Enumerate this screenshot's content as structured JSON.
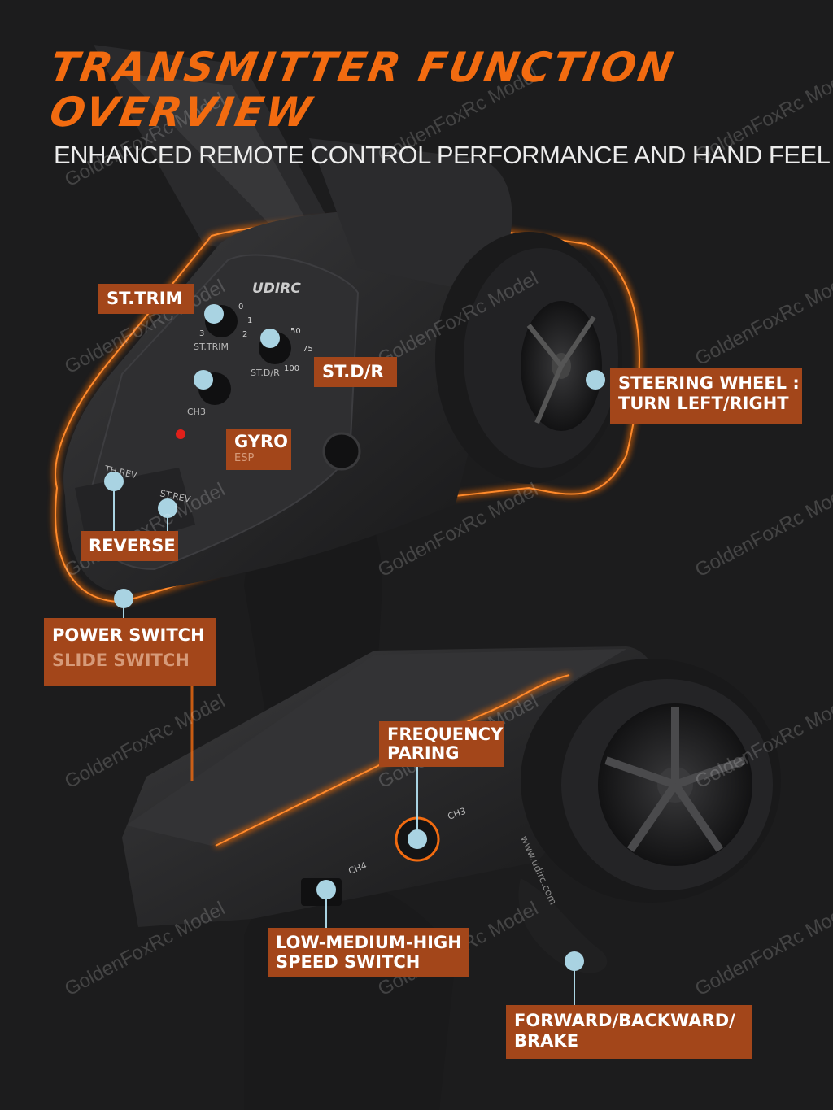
{
  "title_line1": "TRANSMITTER FUNCTION",
  "title_line2": "OVERVIEW",
  "subtitle": "ENHANCED REMOTE CONTROL PERFORMANCE AND HAND FEEL",
  "brand_logo": "UDIRC",
  "brand_url": "www.udirc.com",
  "watermark": "GoldenFoxRc Model",
  "panel_labels": {
    "st_trim": "ST.TRIM",
    "st_dr": "ST.D/R",
    "ch3": "CH3",
    "ch4": "CH4",
    "th_rev": "TH.REV",
    "st_rev": "ST.REV",
    "dial_0": "0",
    "dial_1": "1",
    "dial_2": "2",
    "dial_3": "3",
    "dial_50": "50",
    "dial_75": "75",
    "dial_100": "100"
  },
  "callouts": {
    "st_trim": "ST.TRIM",
    "st_dr": "ST.D/R",
    "steering_line1": "STEERING WHEEL :",
    "steering_line2": "TURN LEFT/RIGHT",
    "gyro": "GYRO",
    "gyro_sub": "ESP",
    "reverse": "REVERSE",
    "power": "POWER SWITCH",
    "power_sub": "SLIDE SWITCH",
    "freq_line1": "FREQUENCY",
    "freq_line2": "PARING",
    "speed_line1": "LOW-MEDIUM-HIGH",
    "speed_line2": "SPEED SWITCH",
    "forward_line1": "FORWARD/BACKWARD/",
    "forward_line2": "BRAKE"
  },
  "colors": {
    "accent_orange": "#f26b10",
    "label_background": "#a3461a",
    "marker_dot": "#a9d3e2",
    "background": "#1c1c1d",
    "led_red": "#e0201a"
  }
}
